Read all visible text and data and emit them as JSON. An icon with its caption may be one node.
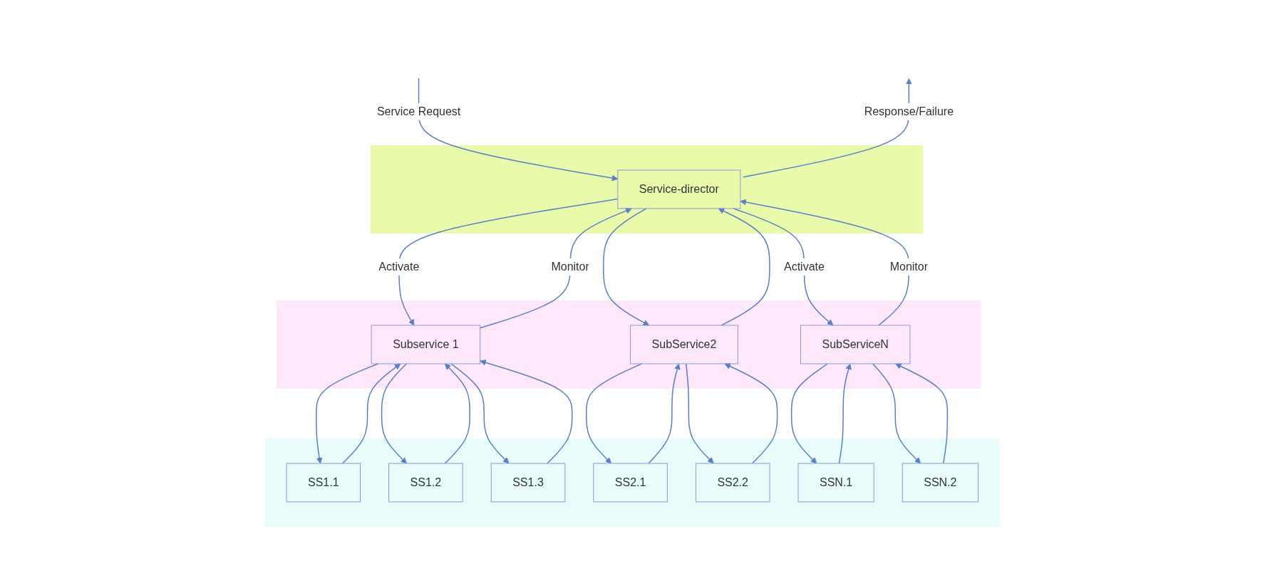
{
  "diagram": {
    "nodes": [
      {
        "text": [],
        "shape": "band"
      },
      {
        "text": [
          "Service-director"
        ],
        "in": 0
      },
      {
        "text": [],
        "shape": "band"
      },
      {
        "text": [
          "Subservice 1"
        ],
        "in": 2
      },
      {
        "text": [
          "SubService2"
        ],
        "in": 2
      },
      {
        "text": [
          "SubServiceN"
        ],
        "in": 2
      },
      {
        "text": [],
        "shape": "band"
      },
      {
        "text": [
          "SS1.1"
        ],
        "in": 6
      },
      {
        "text": [
          "SS1.2"
        ],
        "in": 6
      },
      {
        "text": [
          "SS1.3"
        ],
        "in": 6
      },
      {
        "text": [
          "SS2.1"
        ],
        "in": 6
      },
      {
        "text": [
          "SS2.2"
        ],
        "in": 6
      },
      {
        "text": [
          "SSN.1"
        ],
        "in": 6
      },
      {
        "text": [
          "SSN.2"
        ],
        "in": 6
      }
    ],
    "edges": [
      {
        "from": null,
        "to": 1,
        "arrow": "to",
        "label": "Service Request"
      },
      {
        "from": 1,
        "to": null,
        "arrow": "to",
        "label": "Response/Failure"
      },
      {
        "from": 1,
        "to": 3,
        "arrow": "to",
        "label": "Activate"
      },
      {
        "from": 3,
        "to": 1,
        "arrow": "to",
        "label": "Monitor"
      },
      {
        "from": 1,
        "to": 4,
        "arrow": "to"
      },
      {
        "from": 4,
        "to": 1,
        "arrow": "to"
      },
      {
        "from": 1,
        "to": 5,
        "arrow": "to",
        "label": "Activate"
      },
      {
        "from": 5,
        "to": 1,
        "arrow": "to",
        "label": "Monitor"
      },
      {
        "from": 3,
        "to": 7,
        "arrow": "to"
      },
      {
        "from": 7,
        "to": 3,
        "arrow": "to"
      },
      {
        "from": 3,
        "to": 8,
        "arrow": "to"
      },
      {
        "from": 8,
        "to": 3,
        "arrow": "to"
      },
      {
        "from": 3,
        "to": 9,
        "arrow": "to"
      },
      {
        "from": 9,
        "to": 3,
        "arrow": "to"
      },
      {
        "from": 4,
        "to": 10,
        "arrow": "to"
      },
      {
        "from": 10,
        "to": 4,
        "arrow": "to"
      },
      {
        "from": 4,
        "to": 11,
        "arrow": "to"
      },
      {
        "from": 11,
        "to": 4,
        "arrow": "to"
      },
      {
        "from": 5,
        "to": 12,
        "arrow": "to"
      },
      {
        "from": 12,
        "to": 5,
        "arrow": "to"
      },
      {
        "from": 5,
        "to": 13,
        "arrow": "to"
      },
      {
        "from": 13,
        "to": 5,
        "arrow": "to"
      }
    ]
  }
}
